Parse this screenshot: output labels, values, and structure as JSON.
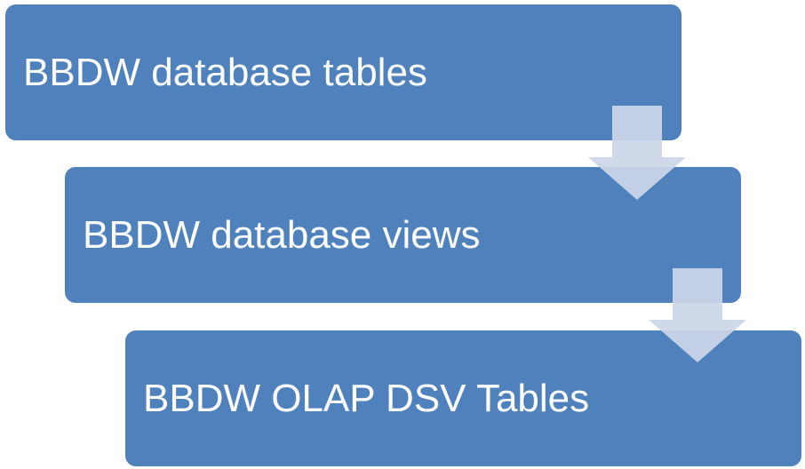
{
  "colors": {
    "box_fill": "#4f81bd",
    "box_text": "#ffffff",
    "arrow_fill": "#ccd6e8"
  },
  "steps": [
    {
      "label": "BBDW database tables"
    },
    {
      "label": "BBDW database views"
    },
    {
      "label": "BBDW OLAP DSV Tables"
    }
  ],
  "arrows": [
    {
      "icon": "down-arrow-icon"
    },
    {
      "icon": "down-arrow-icon"
    }
  ]
}
